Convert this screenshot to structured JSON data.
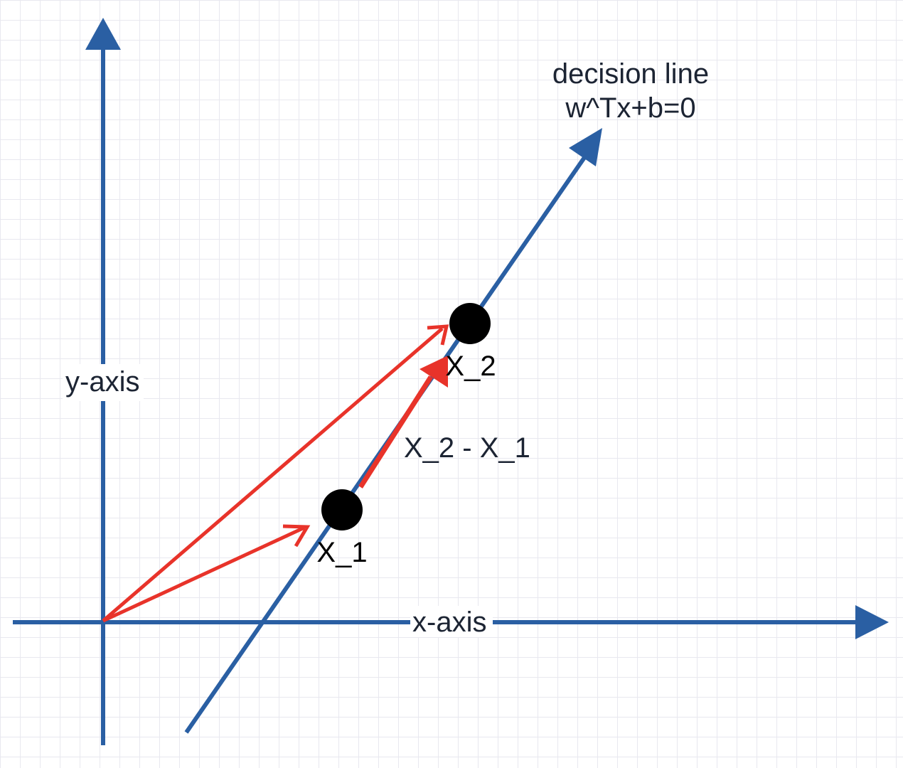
{
  "diagram": {
    "x_axis_label": "x-axis",
    "y_axis_label": "y-axis",
    "decision_line": {
      "title": "decision line",
      "equation": "w^Tx+b=0"
    },
    "points": [
      {
        "label": "X_1"
      },
      {
        "label": "X_2"
      }
    ],
    "difference_label": "X_2 - X_1"
  },
  "colors": {
    "axis": "#2a5fa3",
    "vector": "#e8332a",
    "point": "#000000",
    "grid": "#e8e8ef",
    "text": "#1c2433"
  }
}
